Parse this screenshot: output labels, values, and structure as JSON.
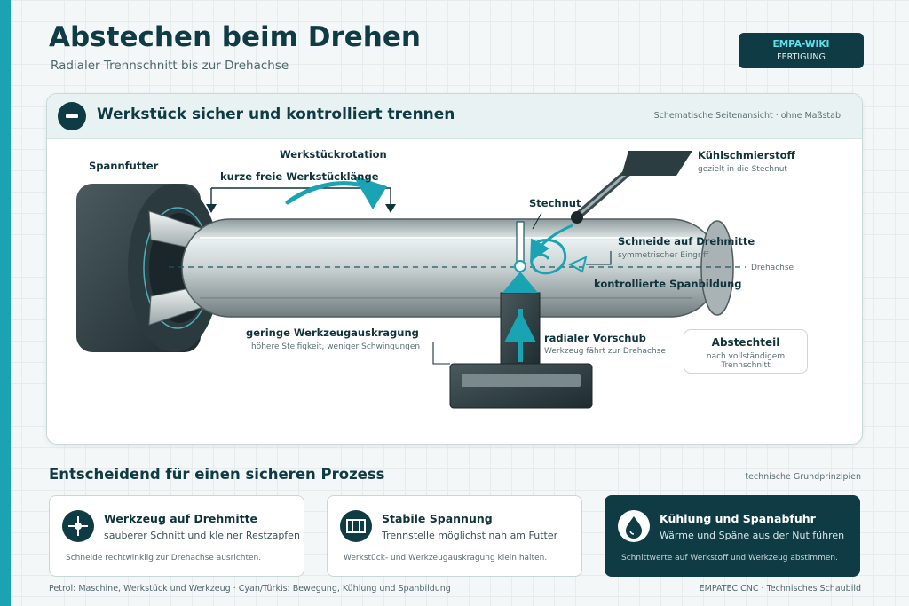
{
  "header": {
    "title": "Abstechen beim Drehen",
    "subtitle": "Radialer Trennschnitt bis zur Drehachse"
  },
  "badge": {
    "line1": "EMPA-WIKI",
    "line2": "FERTIGUNG"
  },
  "panel": {
    "title": "Werkstück sicher und kontrolliert trennen",
    "note": "Schematische Seitenansicht · ohne Maßstab"
  },
  "diagram": {
    "chuck": "Spannfutter",
    "rotation": "Werkstückrotation",
    "short_length": "kurze freie Werkstücklänge",
    "coolant": "Kühlschmierstoff",
    "coolant_sub": "gezielt in die Stechnut",
    "groove": "Stechnut",
    "center": "Schneide auf Drehmitte",
    "center_sub": "symmetrischer Eingriff",
    "axis": "Drehachse",
    "chip": "kontrollierte Spanbildung",
    "overhang": "geringe Werkzeugauskragung",
    "overhang_sub": "höhere Steifigkeit, weniger Schwingungen",
    "feed": "radialer Vorschub",
    "feed_sub": "Werkzeug fährt zur Drehachse",
    "parted": "Abstechteil",
    "parted_sub": "nach vollständigem Trennschnitt"
  },
  "section": {
    "title": "Entscheidend für einen sicheren Prozess",
    "note": "technische Grundprinzipien"
  },
  "cards": [
    {
      "icon": "crosshair-icon",
      "title": "Werkzeug auf Drehmitte",
      "subtitle": "sauberer Schnitt und kleiner Restzapfen",
      "note": "Schneide rechtwinklig zur Drehachse ausrichten."
    },
    {
      "icon": "clamp-icon",
      "title": "Stabile Spannung",
      "subtitle": "Trennstelle möglichst nah am Futter",
      "note": "Werkstück- und Werkzeugauskragung klein halten."
    },
    {
      "icon": "droplet-icon",
      "title": "Kühlung und Spanabfuhr",
      "subtitle": "Wärme und Späne aus der Nut führen",
      "note": "Schnittwerte auf Werkstoff und Werkzeug abstimmen."
    }
  ],
  "footer": {
    "left": "Petrol: Maschine, Werkstück und Werkzeug · Cyan/Türkis: Bewegung, Kühlung und Spanbildung",
    "right": "EMPATEC CNC · Technisches Schaubild"
  },
  "colors": {
    "petrol": "#0f3b44",
    "cyan": "#1aa3b3",
    "accent": "#5fe0ec"
  }
}
